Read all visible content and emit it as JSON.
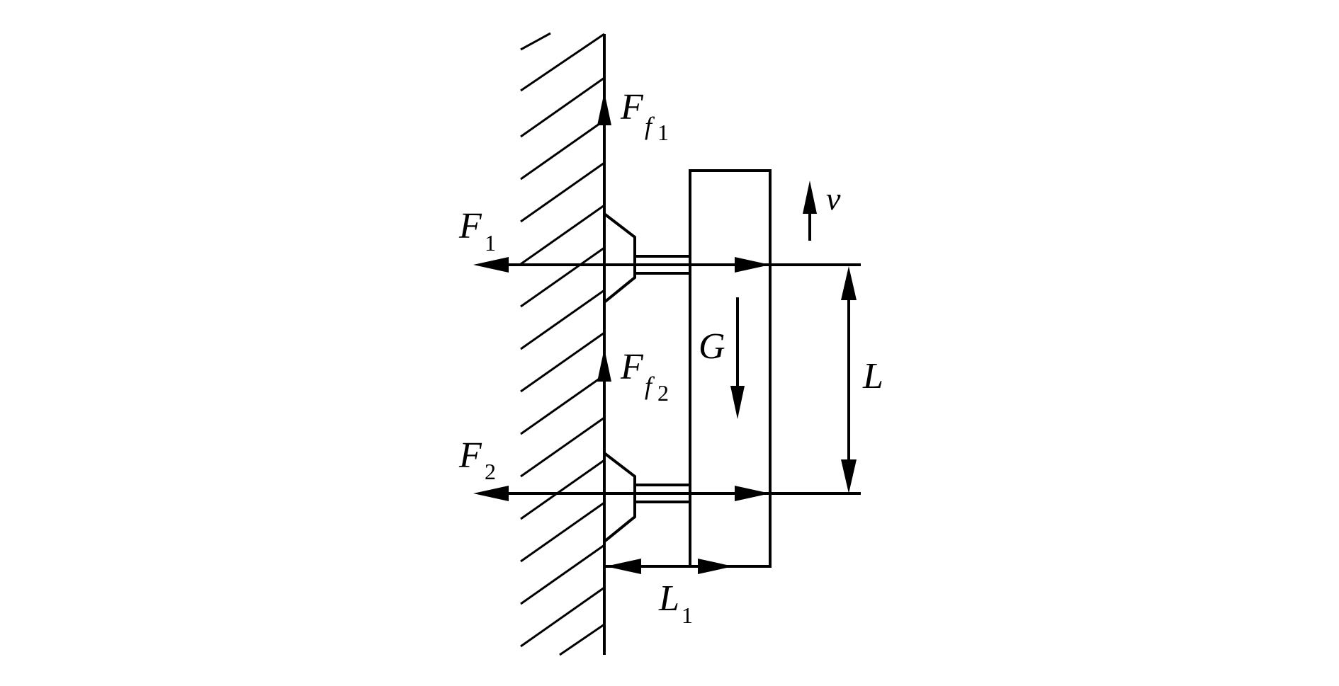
{
  "labels": {
    "ff1_main": "F",
    "ff1_sub_f": "f",
    "ff1_sub_n": "1",
    "ff2_main": "F",
    "ff2_sub_f": "f",
    "ff2_sub_n": "2",
    "f1_main": "F",
    "f1_sub": "1",
    "f2_main": "F",
    "f2_sub": "2",
    "gravity": "G",
    "velocity": "v",
    "length": "L",
    "l1_main": "L",
    "l1_sub": "1"
  },
  "colors": {
    "ink": "#000000",
    "background": "#ffffff"
  },
  "icons": {
    "wall": "hatched-wall",
    "suction_cup": "suction-cup",
    "block": "rectangular-block"
  }
}
